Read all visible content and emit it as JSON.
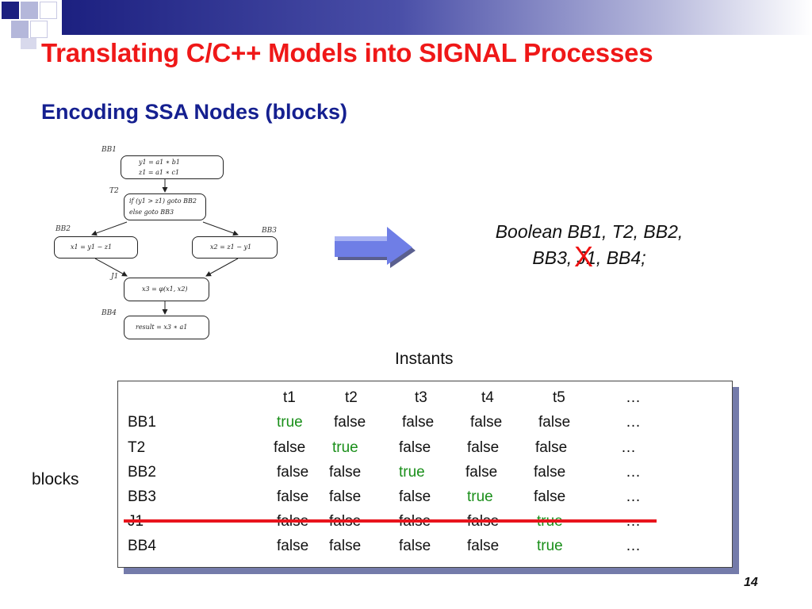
{
  "slide": {
    "title": "Translating C/C++ Models into SIGNAL Processes",
    "subtitle": "Encoding SSA Nodes (blocks)",
    "page_number": "14"
  },
  "cfg": {
    "labels": {
      "bb1": "BB1",
      "t2": "T2",
      "bb2": "BB2",
      "bb3": "BB3",
      "j1": "J1",
      "bb4": "BB4"
    },
    "nodes": {
      "bb1_line1": "y1   =   a1 ∗ b1",
      "bb1_line2": "z1   =   a1 ∗ c1",
      "t2_line1": "if (y1 > z1) goto BB2",
      "t2_line2": "else goto BB3",
      "bb2": "x1 = y1 − z1",
      "bb3": "x2 = z1 − y1",
      "j1": "x3 = φ(x1, x2)",
      "bb4": "result = x3 ∗ a1"
    }
  },
  "declaration": {
    "line1": "Boolean BB1, T2, BB2,",
    "line2": "BB3, J1, BB4;",
    "cross_mark": "X"
  },
  "labels": {
    "instants": "Instants",
    "blocks": "blocks"
  },
  "table": {
    "headers": [
      "t1",
      "t2",
      "t3",
      "t4",
      "t5",
      "…"
    ],
    "rows": [
      {
        "name": "BB1",
        "values": [
          "true",
          "false",
          "false",
          "false",
          "false",
          "…"
        ]
      },
      {
        "name": "T2",
        "values": [
          "false",
          "true",
          "false",
          "false",
          "false",
          "…"
        ]
      },
      {
        "name": "BB2",
        "values": [
          "false",
          "false",
          "true",
          "false",
          "false",
          "…"
        ]
      },
      {
        "name": "BB3",
        "values": [
          "false",
          "false",
          "false",
          "true",
          "false",
          "…"
        ]
      },
      {
        "name": "J1",
        "values": [
          "false",
          "false",
          "false",
          "false",
          "true",
          "…"
        ]
      },
      {
        "name": "BB4",
        "values": [
          "false",
          "false",
          "false",
          "false",
          "true",
          "…"
        ]
      }
    ],
    "struck_row": "J1"
  },
  "colors": {
    "title": "#ef1818",
    "subtitle": "#152090",
    "true_value": "#1a8f1a",
    "strike_line": "#e8141c",
    "cross_mark": "#ee1111"
  }
}
